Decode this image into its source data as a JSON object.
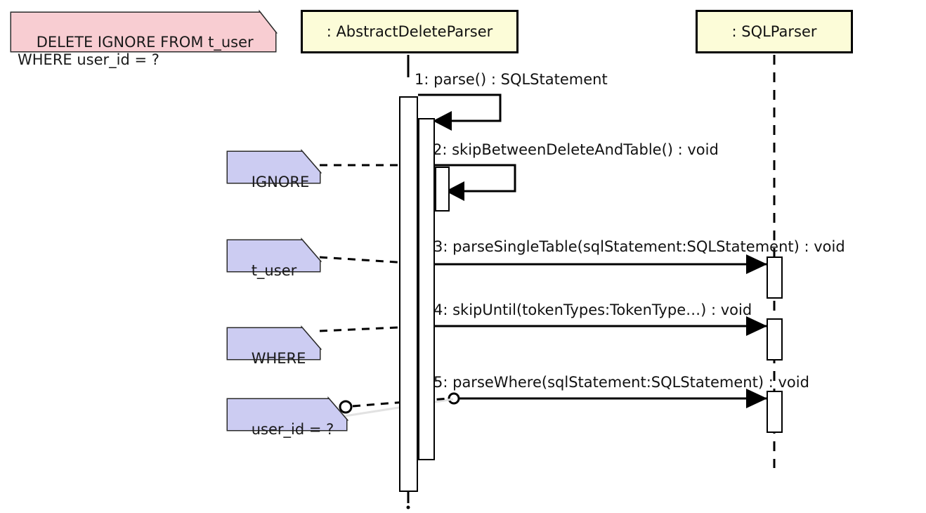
{
  "diagram": {
    "type": "uml-sequence-diagram",
    "title": "",
    "background_color": "#ffffff",
    "colors": {
      "participant_fill": "#fcfcd8",
      "participant_border": "#000000",
      "sql_note_fill": "#f8cdd2",
      "token_note_fill": "#ccccf2",
      "line": "#000000",
      "text": "#111111"
    }
  },
  "participants": [
    {
      "id": "abstract-delete-parser",
      "label": ": AbstractDeleteParser",
      "lifeline_style": "solid"
    },
    {
      "id": "sql-parser",
      "label": ": SQLParser",
      "lifeline_style": "dashed"
    }
  ],
  "notes": [
    {
      "id": "sql-statement-note",
      "text": "DELETE IGNORE FROM t_user\nWHERE user_id = ?",
      "fill": "#f8cdd2",
      "anchored": false
    },
    {
      "id": "token-note-ignore",
      "text": "IGNORE",
      "fill": "#ccccf2",
      "anchored": true,
      "connector": "dashed"
    },
    {
      "id": "token-note-t-user",
      "text": "t_user",
      "fill": "#ccccf2",
      "anchored": true,
      "connector": "dashed"
    },
    {
      "id": "token-note-where",
      "text": "WHERE",
      "fill": "#ccccf2",
      "anchored": true,
      "connector": "dashed"
    },
    {
      "id": "token-note-user-id",
      "text": "user_id = ?",
      "fill": "#ccccf2",
      "anchored": true,
      "connector": "dashed"
    }
  ],
  "messages": [
    {
      "seq": "1",
      "label": "1: parse() : SQLStatement",
      "from": "abstract-delete-parser",
      "to": "abstract-delete-parser",
      "kind": "self-call",
      "return_type": "SQLStatement"
    },
    {
      "seq": "2",
      "label": "2: skipBetweenDeleteAndTable() : void",
      "from": "abstract-delete-parser",
      "to": "abstract-delete-parser",
      "kind": "self-call",
      "return_type": "void"
    },
    {
      "seq": "3",
      "label": "3: parseSingleTable(sqlStatement:SQLStatement) : void",
      "from": "abstract-delete-parser",
      "to": "sql-parser",
      "kind": "call",
      "return_type": "void"
    },
    {
      "seq": "4",
      "label": "4: skipUntil(tokenTypes:TokenType…) : void",
      "from": "abstract-delete-parser",
      "to": "sql-parser",
      "kind": "call",
      "return_type": "void"
    },
    {
      "seq": "5",
      "label": "5: parseWhere(sqlStatement:SQLStatement) : void",
      "from": "abstract-delete-parser",
      "to": "sql-parser",
      "kind": "call",
      "return_type": "void"
    }
  ]
}
